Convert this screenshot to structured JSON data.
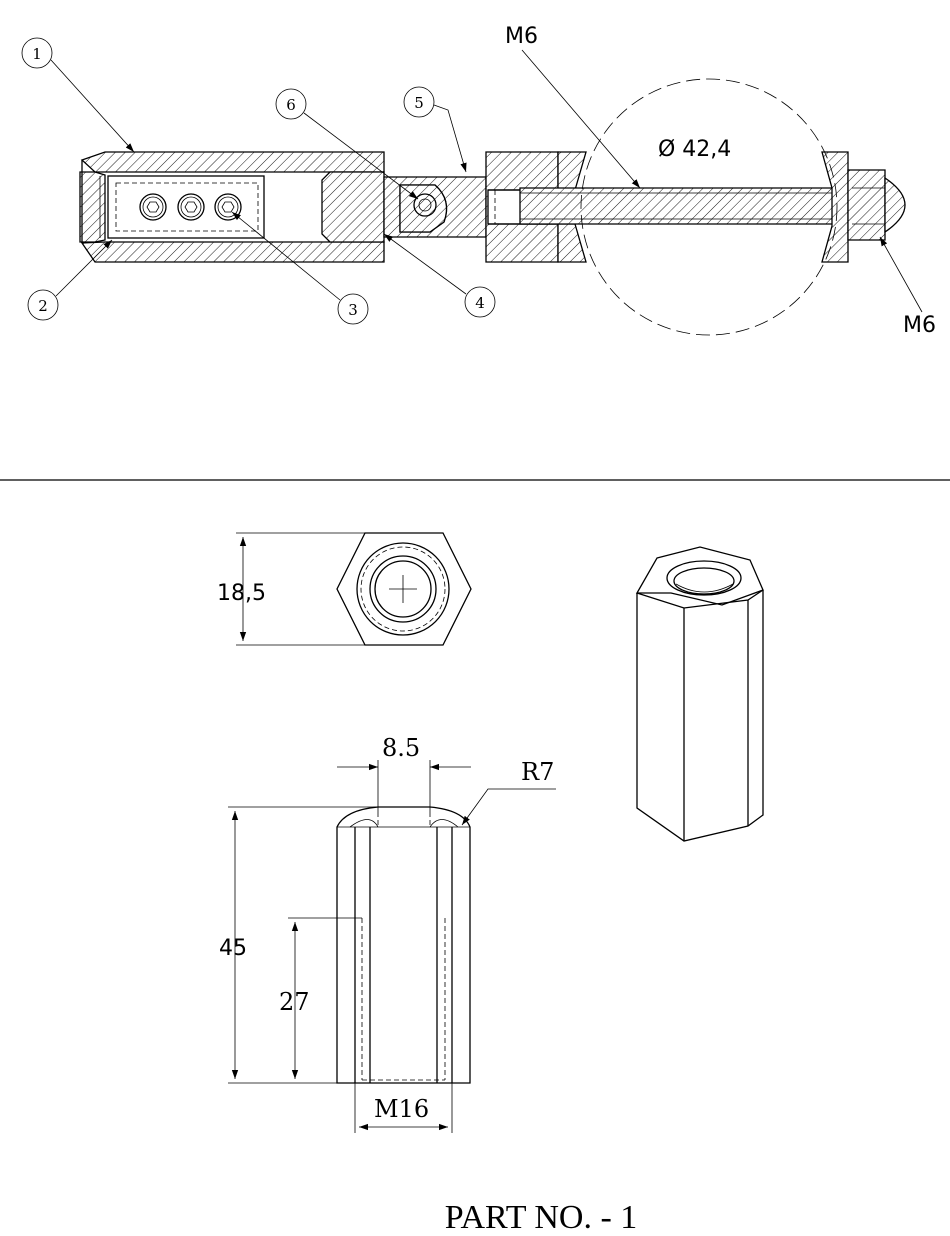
{
  "assembly": {
    "balloons": [
      {
        "id": "b1",
        "label": "1"
      },
      {
        "id": "b2",
        "label": "2"
      },
      {
        "id": "b3",
        "label": "3"
      },
      {
        "id": "b4",
        "label": "4"
      },
      {
        "id": "b5",
        "label": "5"
      },
      {
        "id": "b6",
        "label": "6"
      }
    ],
    "thread_top": "M6",
    "thread_right": "M6",
    "detail_diameter": "Ø 42,4"
  },
  "part": {
    "across_flats": "18,5",
    "top_width": "8.5",
    "radius": "R7",
    "overall_length": "45",
    "thread_depth": "27",
    "thread_size": "M16"
  },
  "title": "PART NO. - 1"
}
